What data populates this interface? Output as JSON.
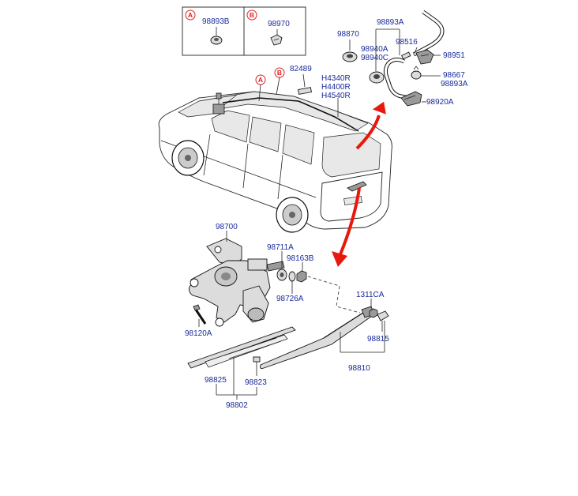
{
  "callouts": {
    "a": "A",
    "b": "B"
  },
  "inset": {
    "a_part": "98893B",
    "b_part": "98970"
  },
  "parts": {
    "p98870": "98870",
    "p98893a_top": "98893A",
    "p98940a": "98940A",
    "p98940c": "98940C",
    "p98516": "98516",
    "p98951": "98951",
    "p98667": "98667",
    "p98893a_right": "98893A",
    "p98920a": "98920A",
    "p82489": "82489",
    "h4340r": "H4340R",
    "h4400r": "H4400R",
    "h4540r": "H4540R",
    "p98700": "98700",
    "p98711a": "98711A",
    "p98163b": "98163B",
    "p98726a": "98726A",
    "p98120a": "98120A",
    "p1311ca": "1311CA",
    "p98815": "98815",
    "p98810": "98810",
    "p98825": "98825",
    "p98823": "98823",
    "p98802": "98802"
  },
  "colors": {
    "label": "#1a2a9a",
    "callout": "#e02020",
    "arrow": "#e8180c"
  }
}
